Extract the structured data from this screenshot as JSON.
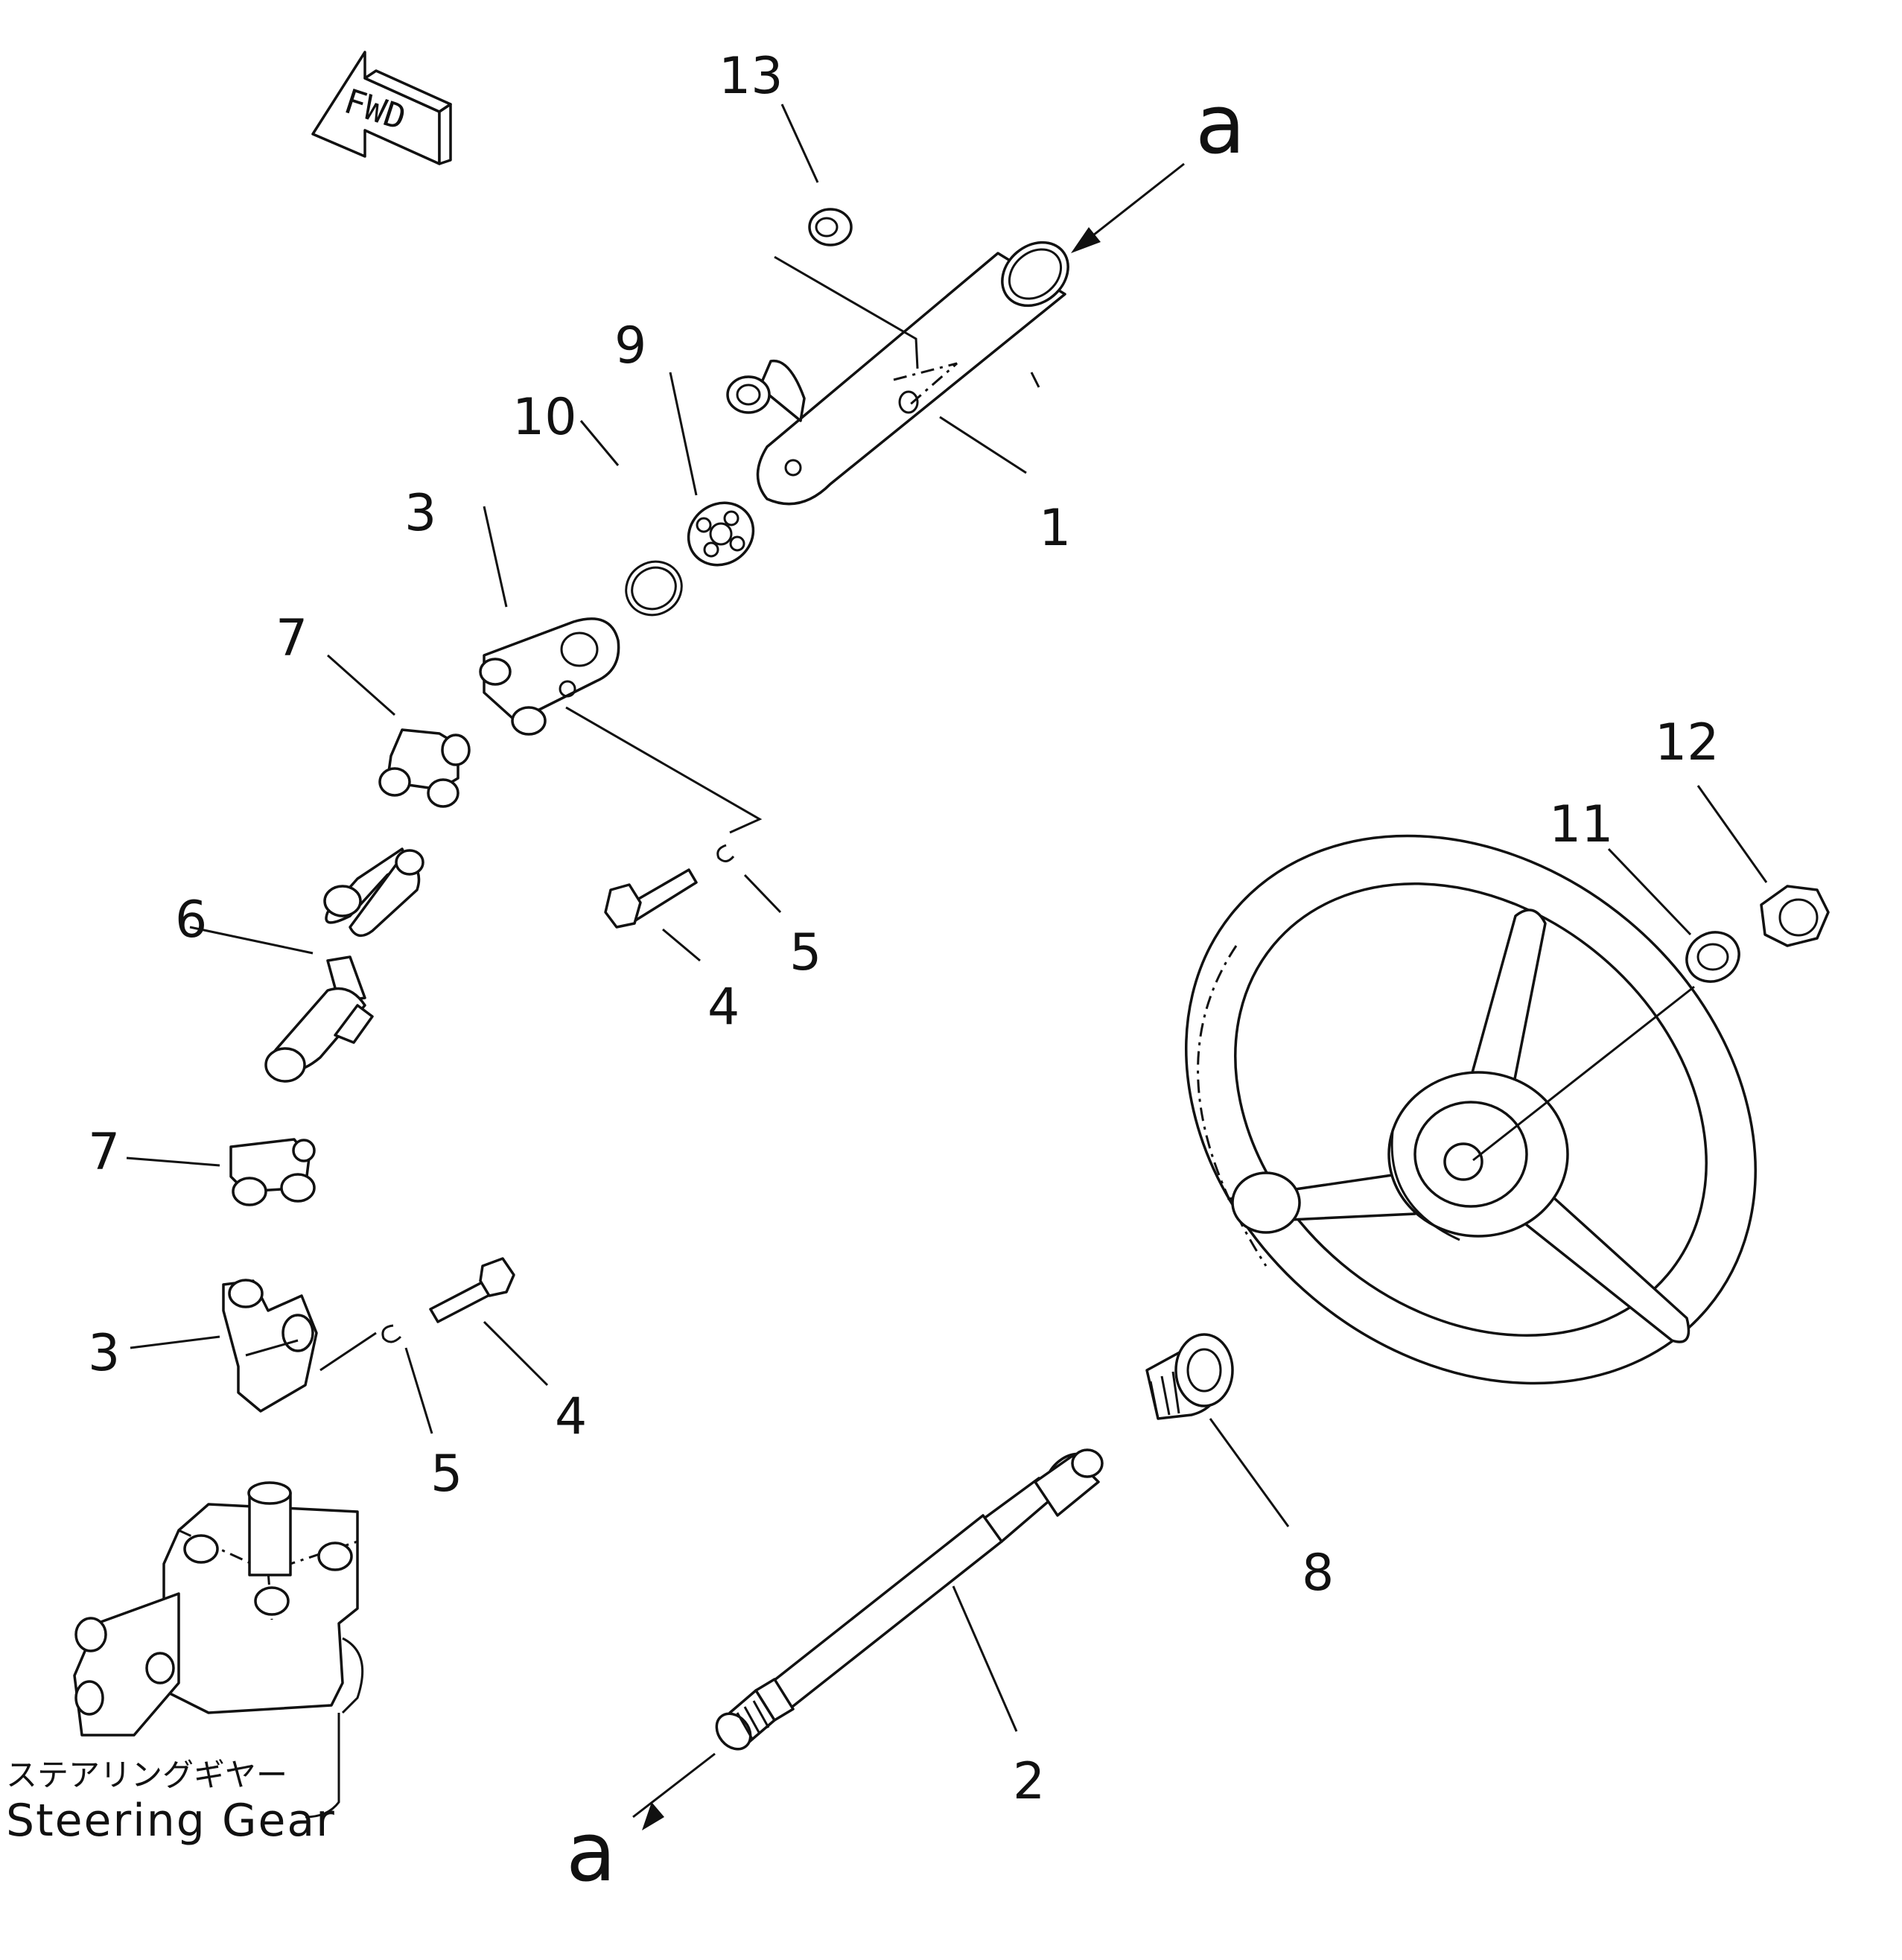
{
  "direction_label": "FWD",
  "reference_label": "a",
  "callouts": {
    "c1": "1",
    "c2": "2",
    "c3_top": "3",
    "c3_bottom": "3",
    "c4_top": "4",
    "c4_bottom": "4",
    "c5_top": "5",
    "c5_bottom": "5",
    "c6": "6",
    "c7_top": "7",
    "c7_bottom": "7",
    "c8": "8",
    "c9": "9",
    "c10": "10",
    "c11": "11",
    "c12": "12",
    "c13": "13"
  },
  "steering_gear_label": {
    "japanese": "ステアリングギヤー",
    "english": "Steering  Gear"
  }
}
